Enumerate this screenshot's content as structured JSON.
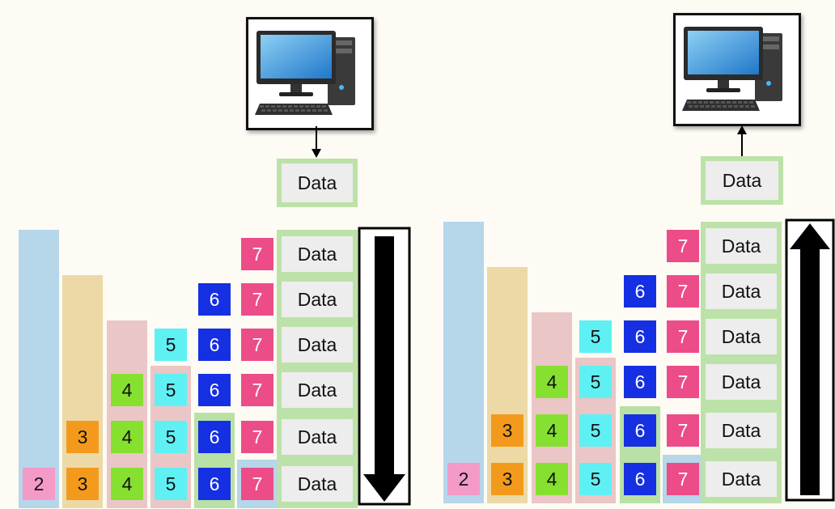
{
  "left_panel": {
    "computer_icon": "desktop-computer-icon",
    "arrow_direction": "down",
    "packet_label": "Data",
    "rows": [
      {
        "packets": [
          "7"
        ],
        "data_label": "Data"
      },
      {
        "packets": [
          "6",
          "7"
        ],
        "data_label": "Data"
      },
      {
        "packets": [
          "5",
          "6",
          "7"
        ],
        "data_label": "Data"
      },
      {
        "packets": [
          "4",
          "5",
          "6",
          "7"
        ],
        "data_label": "Data"
      },
      {
        "packets": [
          "3",
          "4",
          "5",
          "6",
          "7"
        ],
        "data_label": "Data"
      },
      {
        "packets": [
          "2",
          "3",
          "4",
          "5",
          "6",
          "7"
        ],
        "data_label": "Data"
      }
    ]
  },
  "right_panel": {
    "computer_icon": "desktop-computer-icon",
    "arrow_direction": "up",
    "packet_label": "Data",
    "rows": [
      {
        "packets": [
          "7"
        ],
        "data_label": "Data"
      },
      {
        "packets": [
          "6",
          "7"
        ],
        "data_label": "Data"
      },
      {
        "packets": [
          "5",
          "6",
          "7"
        ],
        "data_label": "Data"
      },
      {
        "packets": [
          "4",
          "5",
          "6",
          "7"
        ],
        "data_label": "Data"
      },
      {
        "packets": [
          "3",
          "4",
          "5",
          "6",
          "7"
        ],
        "data_label": "Data"
      },
      {
        "packets": [
          "2",
          "3",
          "4",
          "5",
          "6",
          "7"
        ],
        "data_label": "Data"
      }
    ]
  },
  "colors": {
    "2": "#f49ac8",
    "3": "#f39a1c",
    "4": "#86e030",
    "5": "#5ff0f4",
    "6": "#1530e2",
    "7": "#ec4c87",
    "data_border": "#bde2a9",
    "data_fill": "#ededed",
    "arrow": "#000000"
  }
}
